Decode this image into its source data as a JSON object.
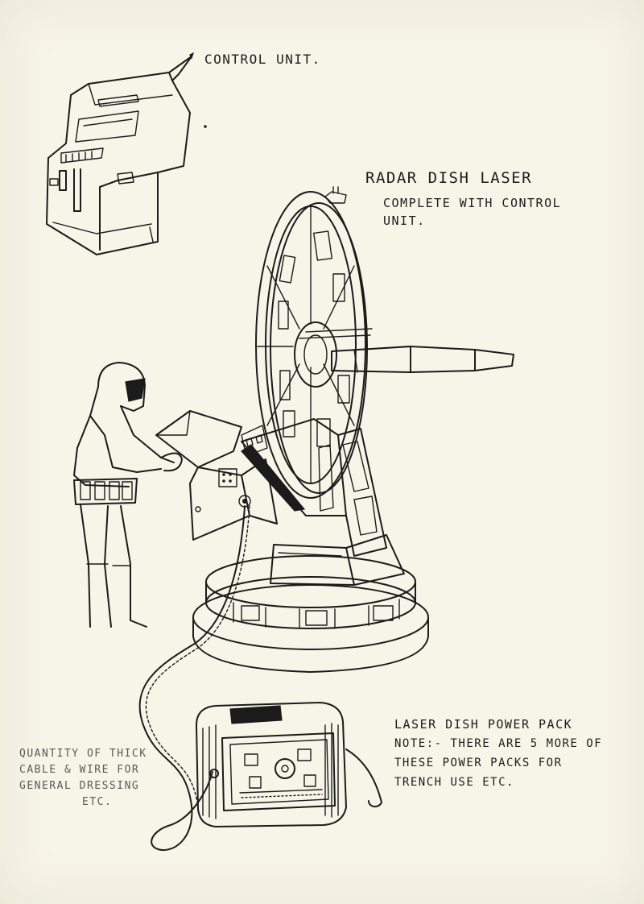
{
  "labels": {
    "control_unit": "CONTROL UNIT.",
    "radar_title": "RADAR DISH LASER",
    "radar_sub1": "COMPLETE WITH CONTROL",
    "radar_sub2": "UNIT.",
    "power_title": "LASER DISH POWER PACK",
    "power_note1": "NOTE:- THERE ARE 5 MORE OF",
    "power_note2": "THESE POWER PACKS FOR",
    "power_note3": "TRENCH USE ETC.",
    "cable_line1": "QUANTITY OF THICK",
    "cable_line2": "CABLE & WIRE FOR",
    "cable_line3": "GENERAL DRESSING",
    "cable_line4": "ETC."
  },
  "colors": {
    "paper": "#f7f4e8",
    "ink": "#1b1b1b",
    "pencil": "#5a5a5a"
  }
}
